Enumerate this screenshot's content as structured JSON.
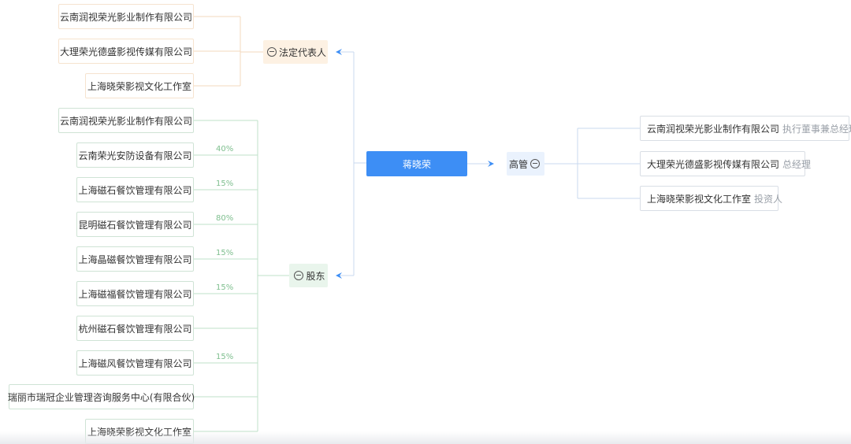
{
  "center": {
    "name": "蒋晓荣"
  },
  "legal_rep": {
    "label": "法定代表人",
    "companies": [
      "云南润视荣光影业制作有限公司",
      "大理荣光德盛影视传媒有限公司",
      "上海晓荣影视文化工作室"
    ]
  },
  "shareholder": {
    "label": "股东",
    "companies": [
      {
        "name": "云南润视荣光影业制作有限公司",
        "pct": ""
      },
      {
        "name": "云南荣光安防设备有限公司",
        "pct": "40%"
      },
      {
        "name": "上海磁石餐饮管理有限公司",
        "pct": "15%"
      },
      {
        "name": "昆明磁石餐饮管理有限公司",
        "pct": "80%"
      },
      {
        "name": "上海晶磁餐饮管理有限公司",
        "pct": "15%"
      },
      {
        "name": "上海磁福餐饮管理有限公司",
        "pct": "15%"
      },
      {
        "name": "杭州磁石餐饮管理有限公司",
        "pct": ""
      },
      {
        "name": "上海磁风餐饮管理有限公司",
        "pct": "15%"
      },
      {
        "name": "瑞丽市瑞冠企业管理咨询服务中心(有限合伙)",
        "pct": ""
      },
      {
        "name": "上海晓荣影视文化工作室",
        "pct": ""
      }
    ]
  },
  "executive": {
    "label": "高管",
    "companies": [
      {
        "name": "云南润视荣光影业制作有限公司",
        "role": "执行董事兼总经理"
      },
      {
        "name": "大理荣光德盛影视传媒有限公司",
        "role": "总经理"
      },
      {
        "name": "上海晓荣影视文化工作室",
        "role": "投资人"
      }
    ]
  },
  "colors": {
    "center_bg": "#3d8ef5",
    "legal_line": "#f3d9bd",
    "share_line": "#bfe0c8",
    "exec_line": "#c9d8ef",
    "arrow": "#3d8ef5"
  },
  "icons": {
    "toggle": "minus-circle-icon",
    "arrow": "arrow-head-icon"
  }
}
